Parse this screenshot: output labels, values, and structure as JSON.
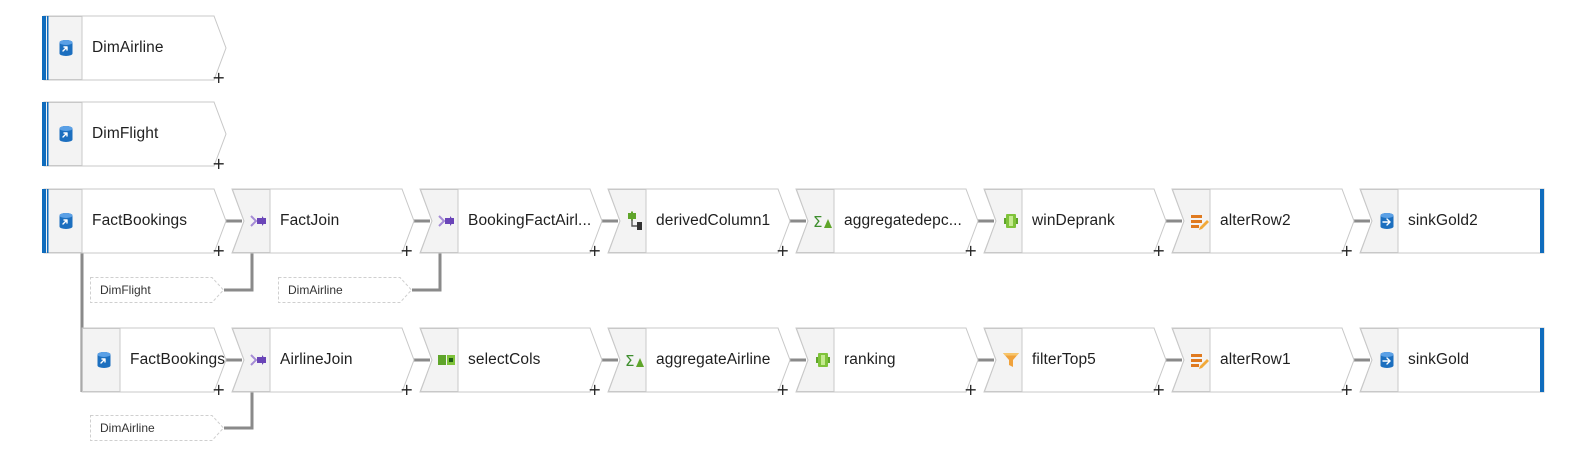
{
  "colors": {
    "accent": "#0f6cbd",
    "node_border": "#c8c8c8",
    "wire": "#8a8a8a",
    "icon_cell": "#f3f3f3"
  },
  "plus_symbol": "+",
  "sources": [
    {
      "label": "DimAirline",
      "icon": "source-database-icon"
    },
    {
      "label": "DimFlight",
      "icon": "source-database-icon"
    }
  ],
  "stream1": {
    "nodes": [
      {
        "label": "FactBookings",
        "icon": "source-database-icon"
      },
      {
        "label": "FactJoin",
        "icon": "join-icon"
      },
      {
        "label": "BookingFactAirl...",
        "icon": "join-icon"
      },
      {
        "label": "derivedColumn1",
        "icon": "derived-column-icon"
      },
      {
        "label": "aggregatedepc...",
        "icon": "aggregate-icon"
      },
      {
        "label": "winDeprank",
        "icon": "window-icon"
      },
      {
        "label": "alterRow2",
        "icon": "alter-row-icon"
      },
      {
        "label": "sinkGold2",
        "icon": "sink-database-icon"
      }
    ],
    "refs": [
      "DimFlight",
      "DimAirline"
    ]
  },
  "stream2": {
    "nodes": [
      {
        "label": "FactBookings",
        "icon": "source-database-icon"
      },
      {
        "label": "AirlineJoin",
        "icon": "join-icon"
      },
      {
        "label": "selectCols",
        "icon": "select-icon"
      },
      {
        "label": "aggregateAirline",
        "icon": "aggregate-icon"
      },
      {
        "label": "ranking",
        "icon": "window-icon"
      },
      {
        "label": "filterTop5",
        "icon": "filter-icon"
      },
      {
        "label": "alterRow1",
        "icon": "alter-row-icon"
      },
      {
        "label": "sinkGold",
        "icon": "sink-database-icon"
      }
    ],
    "refs": [
      "DimAirline"
    ]
  }
}
